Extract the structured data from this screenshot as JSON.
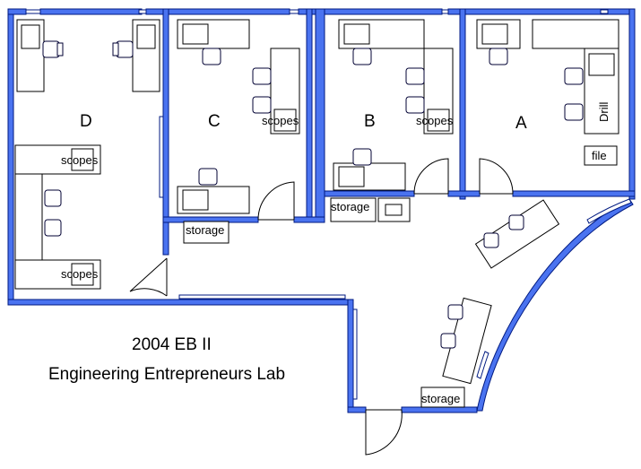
{
  "title": {
    "line1": "2004 EB II",
    "line2": "Engineering Entrepreneurs Lab"
  },
  "rooms": {
    "a": "A",
    "b": "B",
    "c": "C",
    "d": "D"
  },
  "labels": {
    "scopes_d_top": "scopes",
    "scopes_d_bottom": "scopes",
    "scopes_c": "scopes",
    "scopes_b": "scopes",
    "drill": "Drill",
    "file": "file",
    "storage_c": "storage",
    "storage_b": "storage",
    "storage_bottom": "storage"
  },
  "colors": {
    "wall": "#4a73f0",
    "wall_outline": "#001a80"
  }
}
